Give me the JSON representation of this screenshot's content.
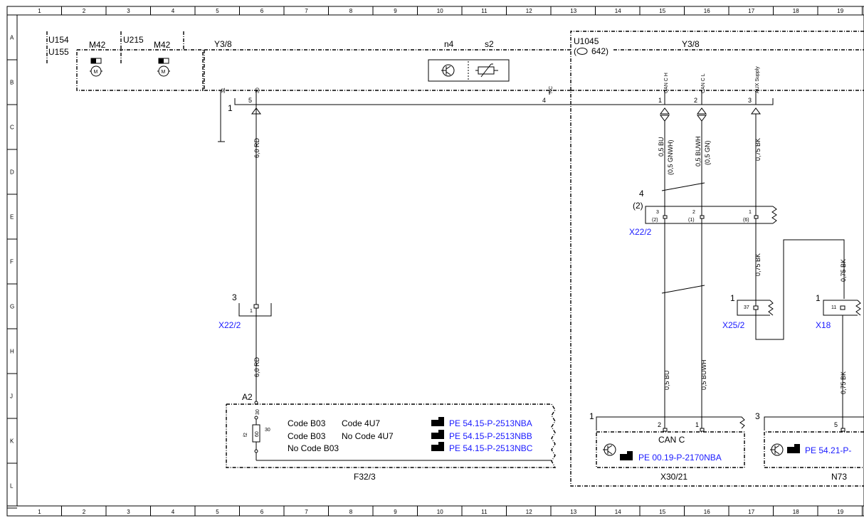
{
  "grid": {
    "columns": [
      "1",
      "2",
      "3",
      "4",
      "5",
      "6",
      "7",
      "8",
      "9",
      "10",
      "11",
      "12",
      "13",
      "14",
      "15",
      "16",
      "17",
      "18",
      "19"
    ],
    "rows": [
      "A",
      "B",
      "C",
      "D",
      "E",
      "F",
      "G",
      "H",
      "J",
      "K",
      "L"
    ]
  },
  "modules": {
    "u154": "U154",
    "u155": "U155",
    "m42_a": "M42",
    "u215": "U215",
    "m42_b": "M42",
    "y38_left": "Y3/8",
    "n4": "n4",
    "s2": "s2",
    "u1045": "U1045",
    "u1045_ref": "642)",
    "y38_right": "Y3/8"
  },
  "pins_top": {
    "p31": "31",
    "p30": "30",
    "pnc": "NC",
    "pcanh": "CAN C H",
    "pcanl": "CAN C L",
    "paux": "AUX Supply"
  },
  "bus": {
    "label": "1",
    "p5": "5",
    "p4": "4",
    "p1": "1",
    "p2": "2",
    "p3": "3"
  },
  "wires": {
    "rd_top": "6,0 RD",
    "rd_bottom": "6,0 RD",
    "bu_top": "0,5 BU",
    "bu_top_alt": "(0,5 GNWH)",
    "buwh_top": "0,5 BUWH",
    "buwh_top_alt": "(0,5 GN)",
    "bk_top": "0,75 BK",
    "bk_mid": "0,75 BK",
    "bk_right": "0,75 BK",
    "bk_right_low": "0,75 BK",
    "bu_bottom": "0,5 BU",
    "buwh_bottom": "0,5 BUWH"
  },
  "connectors": {
    "x222_left": {
      "num": "3",
      "pin": "1",
      "name": "X22/2"
    },
    "x222_right": {
      "num": "4",
      "alt": "(2)",
      "p3": "3",
      "p3alt": "(2)",
      "p2": "2",
      "p2alt": "(1)",
      "p1": "1",
      "p1alt": "(6)",
      "name": "X22/2"
    },
    "x252": {
      "num": "1",
      "pin": "37",
      "name": "X25/2"
    },
    "x18": {
      "num": "1",
      "pin": "11",
      "name": "X18"
    }
  },
  "f323": {
    "a2": "A2",
    "p30_top": "30",
    "f2": "f2",
    "val": "60",
    "p30_side": "30",
    "codes": [
      {
        "c1": "Code B03",
        "c2": "Code 4U7",
        "ref": "PE 54.15-P-2513NBA"
      },
      {
        "c1": "Code B03",
        "c2": "No  Code 4U7",
        "ref": "PE 54.15-P-2513NBB"
      },
      {
        "c1": "No  Code B03",
        "c2": "",
        "ref": "PE 54.15-P-2513NBC"
      }
    ],
    "name": "F32/3"
  },
  "x3021": {
    "num": "1",
    "p2": "2",
    "p1": "1",
    "title": "CAN C",
    "ref": "PE 00.19-P-2170NBA",
    "name": "X30/21"
  },
  "n73": {
    "num": "3",
    "p5": "5",
    "ref": "PE 54.21-P-",
    "name": "N73"
  }
}
